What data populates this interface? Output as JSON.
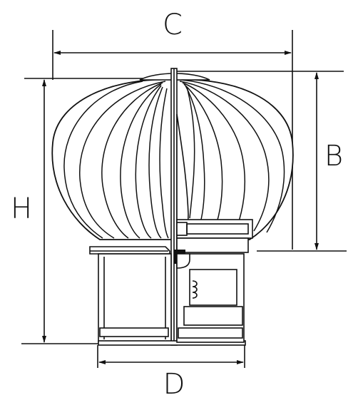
{
  "dimensions": {
    "c": "C",
    "b": "B",
    "h": "H",
    "d": "D"
  },
  "colors": {
    "line": "#111111",
    "fill": "#ffffff"
  }
}
